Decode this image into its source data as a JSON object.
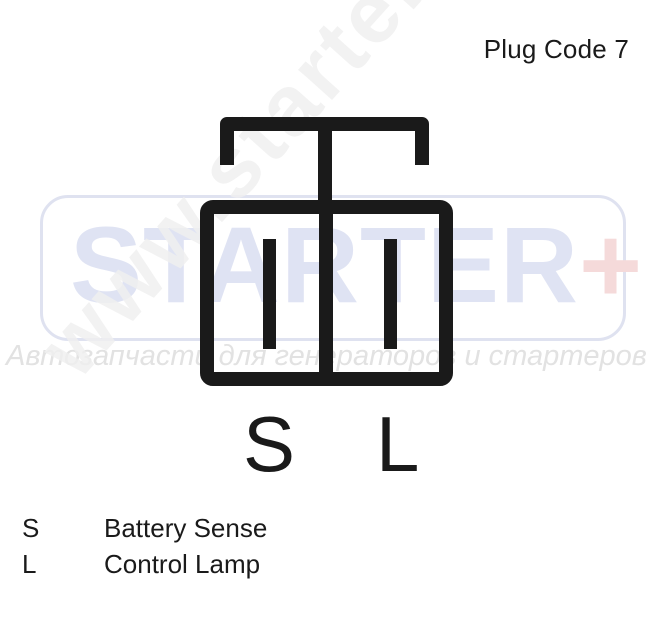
{
  "title": "Plug Code 7",
  "pins": [
    "S",
    "L"
  ],
  "legend": [
    {
      "code": "S",
      "description": "Battery Sense"
    },
    {
      "code": "L",
      "description": "Control Lamp"
    }
  ],
  "watermark": {
    "brand": "STARTER",
    "brand_plus": "+",
    "tagline": "Автозапчасти для генераторов и стартеров",
    "url": "www.starters.kz"
  },
  "colors": {
    "line": "#1a1a1a",
    "watermark_blue": "#dfe3f3",
    "watermark_red": "#f5dada"
  }
}
